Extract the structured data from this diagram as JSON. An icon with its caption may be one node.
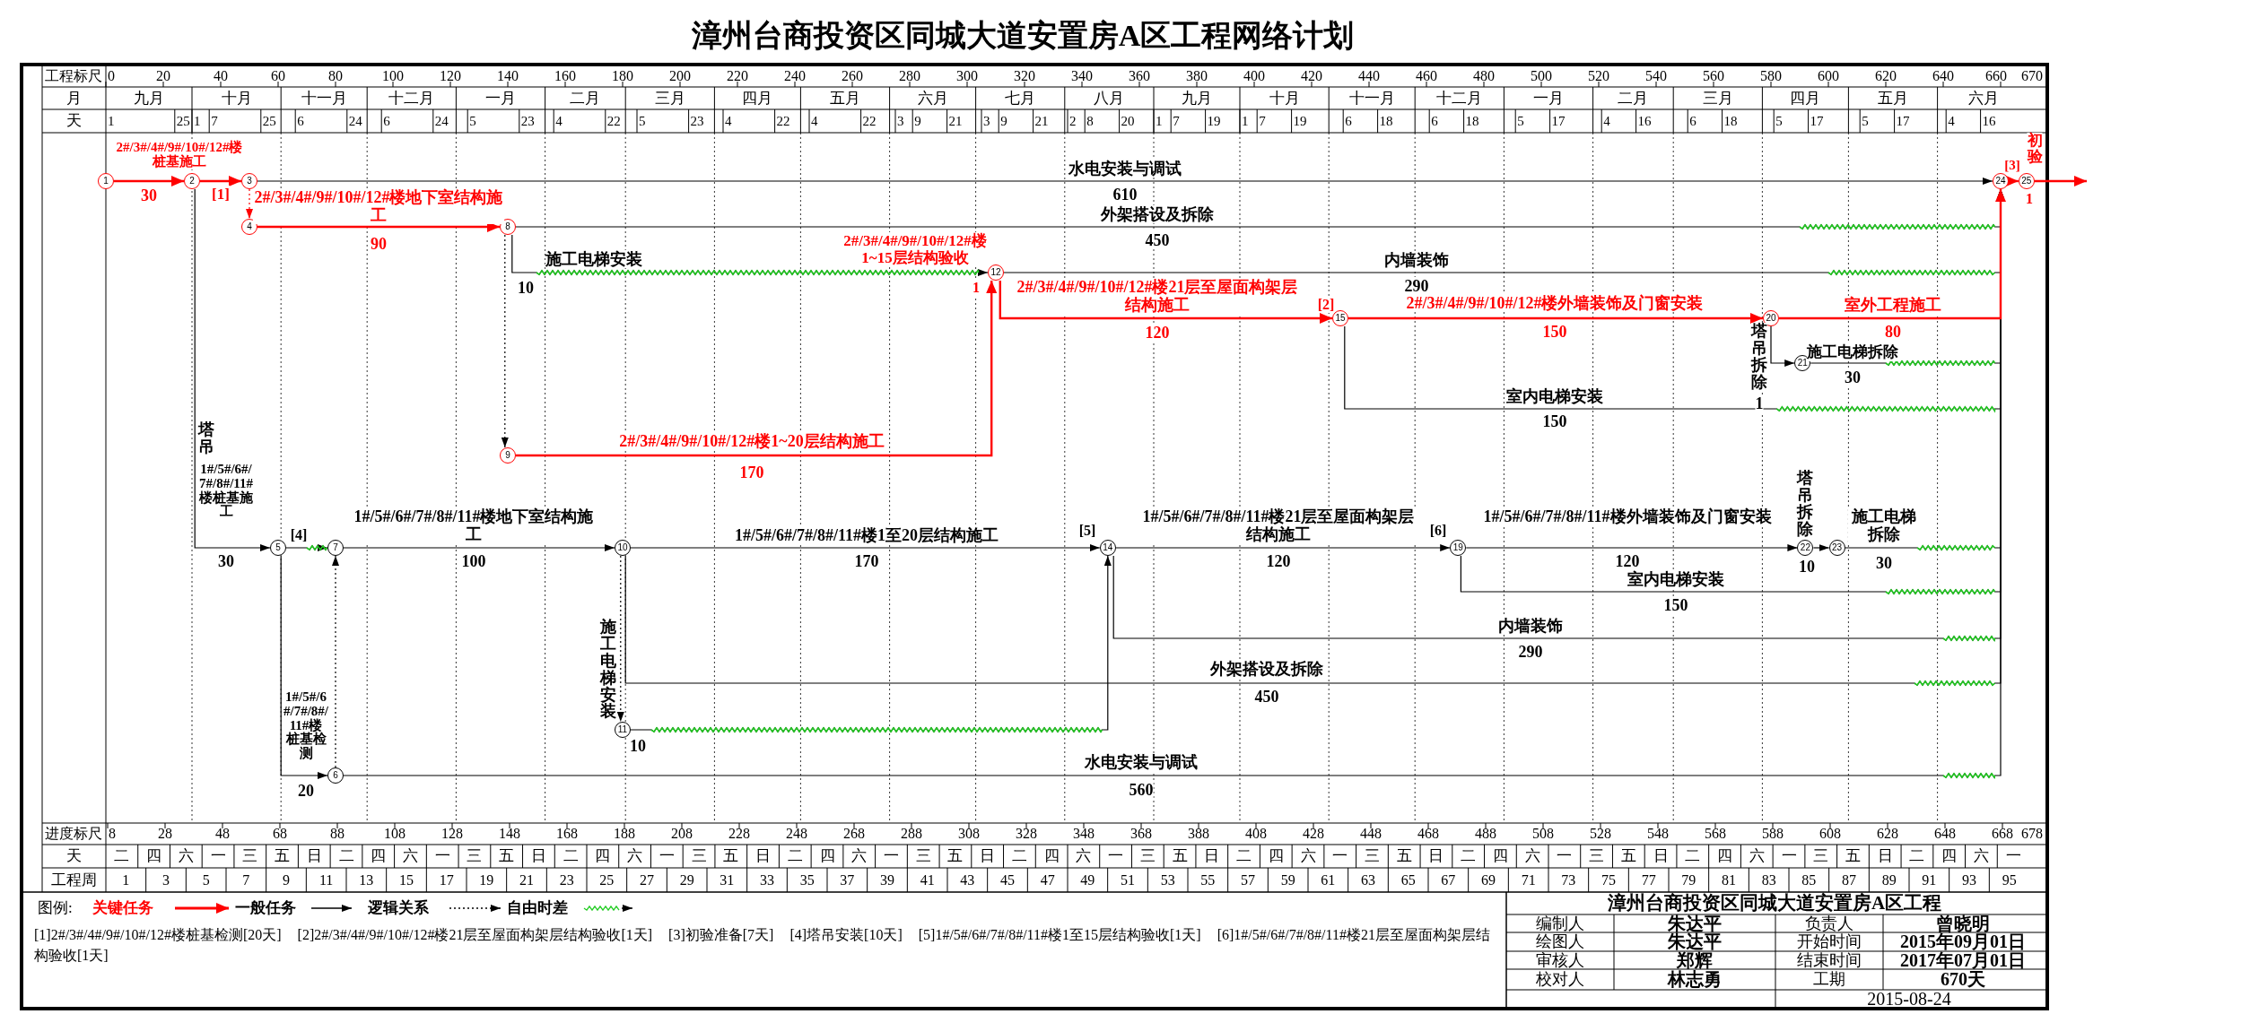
{
  "diagram": {
    "title": "漳州台商投资区同城大道安置房A区工程网络计划",
    "nodes": [
      {
        "text": [
          "1"
        ]
      },
      {
        "text": [
          "2"
        ]
      },
      {
        "text": [
          "3"
        ]
      },
      {
        "text": [
          "4"
        ]
      },
      {
        "text": [
          "5"
        ]
      },
      {
        "text": [
          "6"
        ]
      },
      {
        "text": [
          "7"
        ]
      },
      {
        "text": [
          "8"
        ]
      },
      {
        "text": [
          "9"
        ]
      },
      {
        "text": [
          "10"
        ]
      },
      {
        "text": [
          "11"
        ]
      },
      {
        "text": [
          "12"
        ],
        "beside": [
          "2#/3#/4#/9#/10#/12#楼1~15层结构验收",
          "1"
        ]
      },
      {
        "text": [
          "14"
        ],
        "beside": [
          "[5]"
        ]
      },
      {
        "text": [
          "15"
        ],
        "beside": [
          "[2]"
        ]
      },
      {
        "text": [
          "19"
        ],
        "beside": [
          "[6]"
        ]
      },
      {
        "text": [
          "20"
        ]
      },
      {
        "text": [
          "21"
        ]
      },
      {
        "text": [
          "22"
        ]
      },
      {
        "text": [
          "23"
        ]
      },
      {
        "text": [
          "24"
        ]
      },
      {
        "text": [
          "25"
        ],
        "beside": [
          "初验",
          "1"
        ]
      }
    ],
    "edges": [
      {
        "from": 0,
        "to": 1,
        "arrow": "to",
        "label": "2#/3#/4#/9#/10#/12#楼桩基施工",
        "color": "#ff0000"
      },
      {
        "from": 1,
        "to": 2,
        "arrow": "to",
        "label": "[1]",
        "color": "#ff0000"
      },
      {
        "from": 2,
        "to": 3,
        "arrow": "to",
        "style": "dashed",
        "color": "#ff0000"
      },
      {
        "from": 3,
        "to": 7,
        "arrow": "to",
        "label": "2#/3#/4#/9#/10#/12#楼地下室结构施工",
        "color": "#ff0000"
      },
      {
        "from": 7,
        "to": 8,
        "arrow": "to",
        "style": "dashed"
      },
      {
        "from": 8,
        "to": 11,
        "arrow": "to",
        "label": "2#/3#/4#/9#/10#/12#楼1~20层结构施工",
        "color": "#ff0000"
      },
      {
        "from": 7,
        "to": 11,
        "arrow": "to",
        "label": "施工电梯安装"
      },
      {
        "from": 2,
        "to": 19,
        "arrow": "to",
        "label": "水电安装与调试"
      },
      {
        "from": 7,
        "to": 19,
        "arrow": "to",
        "label": "外架搭设及拆除"
      },
      {
        "from": 11,
        "to": 19,
        "arrow": "to",
        "label": "内墙装饰"
      },
      {
        "from": 11,
        "to": 13,
        "arrow": "to",
        "label": "2#/3#/4#/9#/10#/12#楼21层至屋面构架层结构施工",
        "color": "#ff0000"
      },
      {
        "from": 13,
        "to": 15,
        "arrow": "to",
        "label": "2#/3#/4#/9#/10#/12#楼外墙装饰及门窗安装",
        "color": "#ff0000"
      },
      {
        "from": 13,
        "to": 19,
        "arrow": "to",
        "label": "室内电梯安装"
      },
      {
        "from": 15,
        "to": 16,
        "arrow": "to",
        "label": "塔吊拆除"
      },
      {
        "from": 16,
        "to": 19,
        "arrow": "to",
        "label": "施工电梯拆除"
      },
      {
        "from": 15,
        "to": 19,
        "arrow": "to",
        "label": "室外工程施工",
        "color": "#ff0000"
      },
      {
        "from": 19,
        "to": 20,
        "arrow": "to",
        "label": "[3]",
        "color": "#ff0000"
      },
      {
        "from": 20,
        "to": null,
        "arrow": "to",
        "color": "#ff0000"
      },
      {
        "from": 1,
        "to": 4,
        "arrow": "to",
        "label": "1#/5#/6#/7#/8#/11#楼桩基施工"
      },
      {
        "from": 4,
        "to": 5,
        "arrow": "to",
        "label": "1#/5#/6#/7#/8#/11#楼桩基检测"
      },
      {
        "from": 5,
        "to": 6,
        "arrow": "to",
        "style": "dashed"
      },
      {
        "from": 4,
        "to": 6,
        "arrow": "to",
        "label": "[4]"
      },
      {
        "from": 6,
        "to": 9,
        "arrow": "to",
        "label": "1#/5#/6#/7#/8#/11#楼地下室结构施工"
      },
      {
        "from": 9,
        "to": 12,
        "arrow": "to",
        "label": "1#/5#/6#/7#/8#/11#楼1至20层结构施工"
      },
      {
        "from": 9,
        "to": 10,
        "arrow": "to",
        "style": "dashed"
      },
      {
        "from": 10,
        "to": 12,
        "arrow": "to",
        "label": "施工电梯安装"
      },
      {
        "from": 9,
        "to": 19,
        "arrow": "to",
        "label": "外架搭设及拆除"
      },
      {
        "from": 5,
        "to": 19,
        "arrow": "to",
        "label": "水电安装与调试"
      },
      {
        "from": 12,
        "to": 14,
        "arrow": "to",
        "label": "1#/5#/6#/7#/8#/11#楼21层至屋面构架层结构施工"
      },
      {
        "from": 12,
        "to": 19,
        "arrow": "to",
        "label": "内墙装饰"
      },
      {
        "from": 14,
        "to": 19,
        "arrow": "to",
        "label": "室内电梯安装"
      },
      {
        "from": 14,
        "to": 17,
        "arrow": "to",
        "label": "1#/5#/6#/7#/8#/11#楼外墙装饰及门窗安装"
      },
      {
        "from": 17,
        "to": 18,
        "arrow": "to",
        "label": "塔吊拆除"
      },
      {
        "from": 18,
        "to": 19,
        "arrow": "to",
        "label": "施工电梯拆除"
      }
    ],
    "labels": [
      "工程标尺",
      "0",
      "20",
      "40",
      "60",
      "80",
      "100",
      "120",
      "140",
      "160",
      "180",
      "200",
      "220",
      "240",
      "260",
      "280",
      "300",
      "320",
      "340",
      "360",
      "380",
      "400",
      "420",
      "440",
      "460",
      "480",
      "500",
      "520",
      "540",
      "560",
      "580",
      "600",
      "620",
      "640",
      "660",
      "670",
      "月",
      "九月",
      "十月",
      "十一月",
      "十二月",
      "一月",
      "二月",
      "三月",
      "四月",
      "五月",
      "六月",
      "七月",
      "八月",
      "九月",
      "十月",
      "十一月",
      "十二月",
      "一月",
      "二月",
      "三月",
      "四月",
      "五月",
      "六月",
      "天",
      "1",
      "25",
      "1",
      "7",
      "25",
      "6",
      "24",
      "6",
      "24",
      "5",
      "23",
      "4",
      "22",
      "5",
      "23",
      "4",
      "22",
      "4",
      "22",
      "3",
      "9",
      "21",
      "3",
      "9",
      "21",
      "2",
      "8",
      "20",
      "1",
      "7",
      "19",
      "1",
      "7",
      "19",
      "6",
      "18",
      "6",
      "18",
      "5",
      "17",
      "4",
      "16",
      "6",
      "18",
      "5",
      "17",
      "5",
      "17",
      "4",
      "16",
      "30",
      "90",
      "10",
      "610",
      "450",
      "290",
      "170",
      "120",
      "150",
      "150",
      "1",
      "30",
      "80",
      "塔吊",
      "30",
      "20",
      "100",
      "170",
      "10",
      "450",
      "560",
      "120",
      "290",
      "150",
      "120",
      "10",
      "30",
      "进度标尺",
      "8",
      "28",
      "48",
      "68",
      "88",
      "108",
      "128",
      "148",
      "168",
      "188",
      "208",
      "228",
      "248",
      "268",
      "288",
      "308",
      "328",
      "348",
      "368",
      "388",
      "408",
      "428",
      "448",
      "468",
      "488",
      "508",
      "528",
      "548",
      "568",
      "588",
      "608",
      "628",
      "648",
      "668",
      "678",
      "天",
      "二",
      "四",
      "六",
      "一",
      "三",
      "五",
      "日",
      "二",
      "四",
      "六",
      "一",
      "三",
      "五",
      "日",
      "二",
      "四",
      "六",
      "一",
      "三",
      "五",
      "日",
      "二",
      "四",
      "六",
      "一",
      "三",
      "五",
      "日",
      "二",
      "四",
      "六",
      "一",
      "三",
      "五",
      "日",
      "二",
      "四",
      "六",
      "一",
      "三",
      "五",
      "日",
      "二",
      "四",
      "六",
      "一",
      "三",
      "五",
      "日",
      "二",
      "四",
      "六",
      "一",
      "三",
      "五",
      "日",
      "二",
      "四",
      "六",
      "一",
      "工程周",
      "1",
      "3",
      "5",
      "7",
      "9",
      "11",
      "13",
      "15",
      "17",
      "19",
      "21",
      "23",
      "25",
      "27",
      "29",
      "31",
      "33",
      "35",
      "37",
      "39",
      "41",
      "43",
      "45",
      "47",
      "49",
      "51",
      "53",
      "55",
      "57",
      "59",
      "61",
      "63",
      "65",
      "67",
      "69",
      "71",
      "73",
      "75",
      "77",
      "79",
      "81",
      "83",
      "85",
      "87",
      "89",
      "91",
      "93",
      "95",
      "图例:",
      "[1]2#/3#/4#/9#/10#/12#楼桩基检测[20天]",
      "[2]2#/3#/4#/9#/10#/12#楼21层至屋面构架层结构验收[1天]",
      "[3]初验准备[7天]",
      "[4]塔吊安装[10天]",
      "[5]1#/5#/6#/7#/8#/11#楼1至15层结构验收[1天]",
      "[6]1#/5#/6#/7#/8#/11#楼21层至屋面构架层结构验收[1天]",
      "漳州台商投资区同城大道安置房A区工程",
      "编制人",
      "朱达平",
      "负责人",
      "曾晓明",
      "绘图人",
      "朱达平",
      "开始时间",
      "2015年09月01日",
      "审核人",
      "郑辉",
      "结束时间",
      "2017年07月01日",
      "校对人",
      "林志勇",
      "工期",
      "670天",
      "2015-08-24"
    ],
    "legend": [
      {
        "text": "关键任务"
      },
      {
        "text": "一般任务"
      },
      {
        "text": "逻辑关系"
      },
      {
        "text": "自由时差"
      }
    ]
  }
}
